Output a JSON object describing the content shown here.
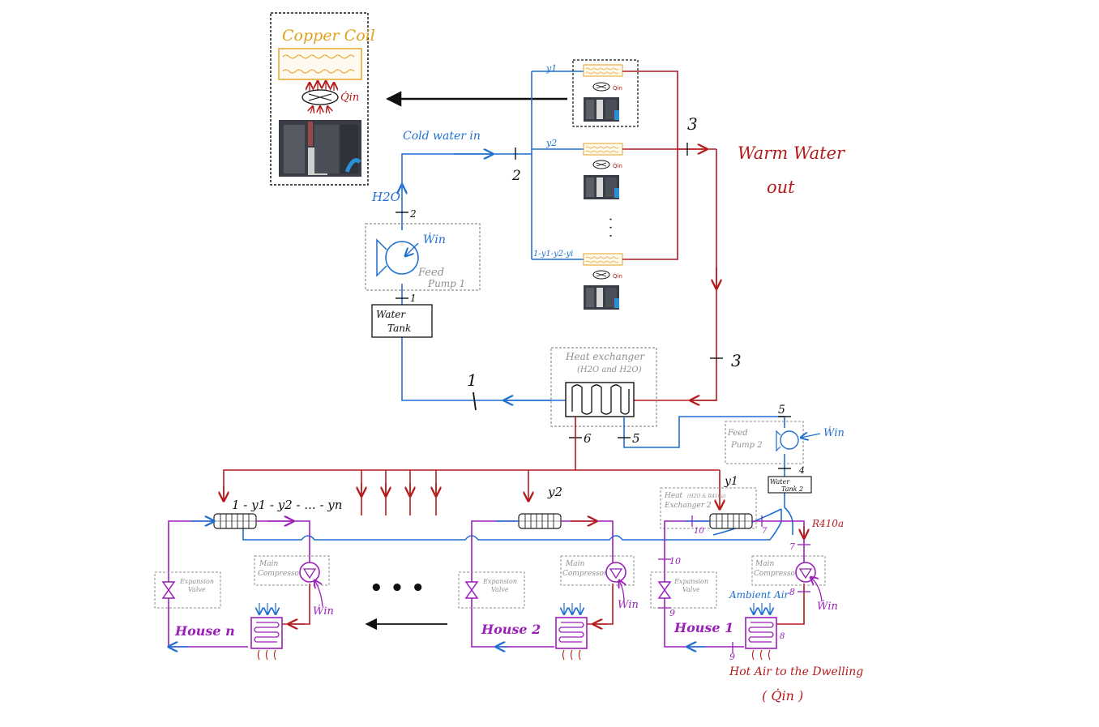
{
  "colors": {
    "cold_water": "#1f6fd1",
    "warm_water": "#b31b1b",
    "refrigerant": "#9b1fb8",
    "coil": "#e0a21c",
    "box_dash": "#8f8f8f"
  },
  "callout": {
    "title": "Copper Coil",
    "q_in": "Q̇in"
  },
  "labels": {
    "cold_water_in": "Cold water in",
    "warm_water_out_line1": "Warm Water",
    "warm_water_out_line2": "out",
    "h2o": "H2O",
    "win": "Ẇin",
    "feed_pump_1_line1": "Feed",
    "feed_pump_1_line2": "Pump 1",
    "water_tank_1_line1": "Water",
    "water_tank_1_line2": "Tank",
    "heat_exchanger_line1": "Heat exchanger",
    "heat_exchanger_line2": "(H2O and H2O)",
    "feed_pump_2_line1": "Feed",
    "feed_pump_2_line2": "Pump 2",
    "water_tank_2_line1": "Water",
    "water_tank_2_line2": "Tank 2",
    "heat_exchanger_2_line1": "Heat",
    "heat_exchanger_2_line2": "Exchanger 2",
    "heat_exchanger_2_sub": "(H2O & R410a)",
    "r410a": "R410a",
    "ambient_air": "Ambient Air",
    "main_compressor_line1": "Main",
    "main_compressor_line2": "Compressor",
    "expansion_valve_line1": "Expansion",
    "expansion_valve_line2": "Valve",
    "hot_air_line1": "Hot Air to the Dwelling",
    "hot_air_line2": "( Q̇in )",
    "dots_h": "• • •",
    "dots_v": "·  ·  ·"
  },
  "fractions": {
    "y1": "y1",
    "y2": "y2",
    "y_rest": "1-y1-y2-yi",
    "house_y2": "y2",
    "house_y1": "y1",
    "house_n_fraction": "1 - y1 - y2 - ... - yn"
  },
  "states": {
    "s1": "1",
    "s2": "2",
    "s3": "3",
    "s4": "4",
    "s5": "5",
    "s6": "6",
    "s7": "7",
    "s8": "8",
    "s9": "9",
    "s10": "10"
  },
  "houses": {
    "house_1": "House 1",
    "house_2": "House 2",
    "house_n": "House n"
  }
}
